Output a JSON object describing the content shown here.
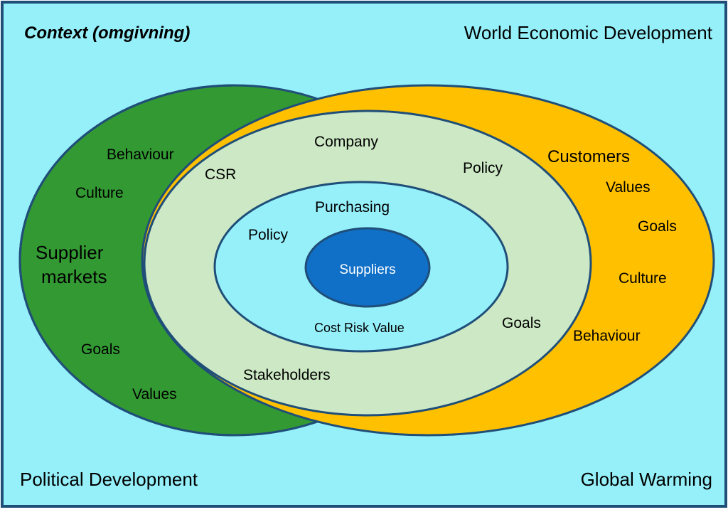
{
  "corners": {
    "context": "Context (omgivning)",
    "world": "World Economic Development",
    "political": "Political Development",
    "global": "Global Warming"
  },
  "supplier_markets": {
    "title_line1": "Supplier",
    "title_line2": "markets",
    "behaviour": "Behaviour",
    "culture": "Culture",
    "goals": "Goals",
    "values": "Values"
  },
  "customers": {
    "title": "Customers",
    "values": "Values",
    "goals": "Goals",
    "culture": "Culture",
    "behaviour": "Behaviour"
  },
  "company": {
    "title": "Company",
    "csr": "CSR",
    "policy": "Policy",
    "goals": "Goals",
    "stakeholders": "Stakeholders"
  },
  "purchasing": {
    "title": "Purchasing",
    "policy": "Policy",
    "cost_risk_value": "Cost Risk Value"
  },
  "suppliers": {
    "label": "Suppliers"
  },
  "colors": {
    "background": "#96F0FA",
    "frame": "#1F4E79",
    "supplier_markets": "#339933",
    "customers": "#FFC000",
    "company": "#CCE8C4",
    "purchasing": "#96F0FA",
    "suppliers": "#1070C8"
  }
}
